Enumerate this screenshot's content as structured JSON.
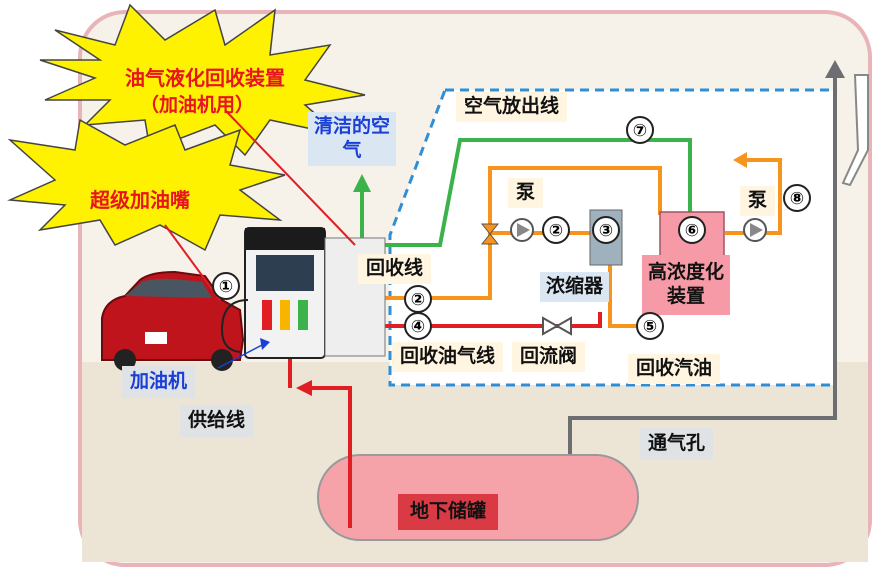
{
  "diagram": {
    "callouts": {
      "system_title": "油气液化回收装置",
      "system_subtitle": "（加油机用）",
      "nozzle": "超级加油嘴"
    },
    "labels": {
      "clean_air": "清洁的空\n气",
      "air_discharge_line": "空气放出线",
      "pump_left": "泵",
      "pump_right": "泵",
      "recovery_line": "回收线",
      "condenser": "浓缩器",
      "high_concentration_device": "高浓度化\n装置",
      "recovery_vapor_line": "回收油气线",
      "return_valve": "回流阀",
      "recovered_gasoline": "回收汽油",
      "dispenser": "加油机",
      "supply_line": "供给线",
      "vent": "通气孔",
      "underground_tank": "地下储罐"
    },
    "markers": [
      "①",
      "②",
      "③",
      "④",
      "⑤",
      "⑥",
      "⑦",
      "⑧"
    ],
    "colors": {
      "starburst": "#fff200",
      "air_line": "#3cb34a",
      "recovery_line": "#f7941d",
      "fuel_line": "#e01e24",
      "vent_line": "#6d6e71",
      "border": "#e8b4b8",
      "dashed_zone": "#2f8fd6",
      "tank": "#f5a3a8"
    }
  }
}
